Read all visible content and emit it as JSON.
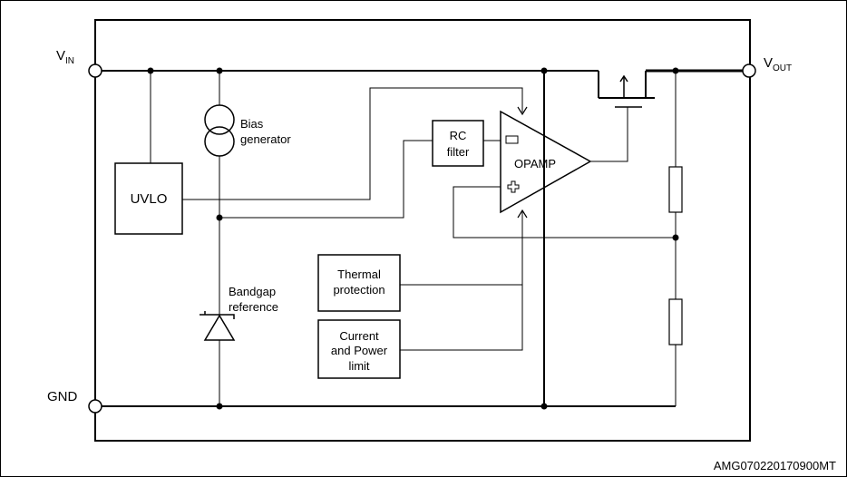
{
  "pins": {
    "vin_main": "V",
    "vin_sub": "IN",
    "vout_main": "V",
    "vout_sub": "OUT",
    "gnd": "GND"
  },
  "blocks": {
    "uvlo": "UVLO",
    "rc_filter_line1": "RC",
    "rc_filter_line2": "filter",
    "opamp": "OPAMP",
    "bias_line1": "Bias",
    "bias_line2": "generator",
    "bandgap_line1": "Bandgap",
    "bandgap_line2": "reference",
    "thermal_line1": "Thermal",
    "thermal_line2": "protection",
    "current_line1": "Current",
    "current_line2": "and Power",
    "current_line3": "limit"
  },
  "opamp_inputs": {
    "minus": "−",
    "plus": "+"
  },
  "footer": {
    "code": "AMG070220170900MT"
  }
}
